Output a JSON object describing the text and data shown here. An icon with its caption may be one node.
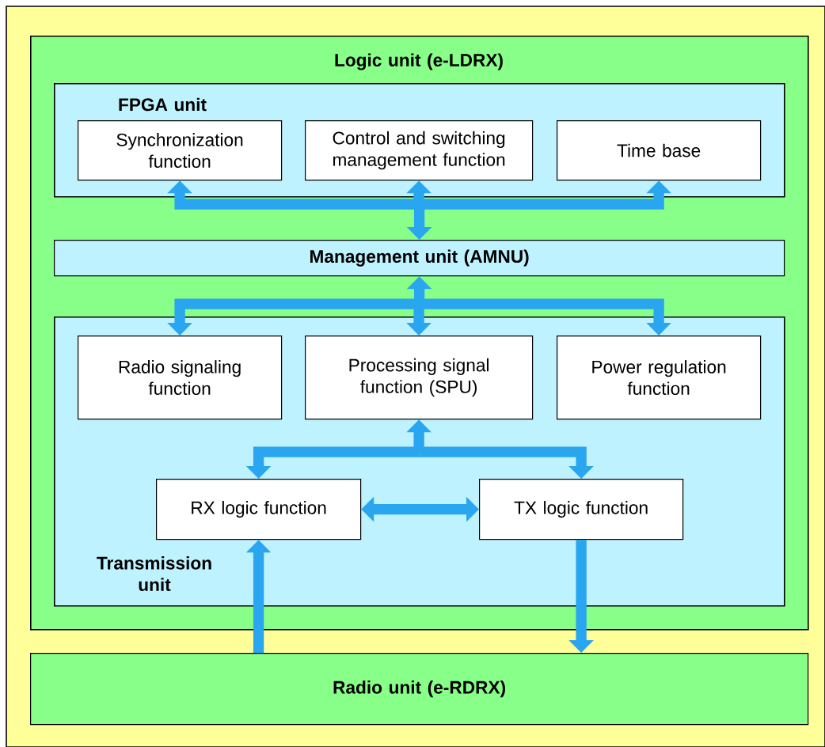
{
  "diagram": {
    "nodes": [
      {
        "text": [
          "Logic unit (e-LDRX)"
        ]
      },
      {
        "text": [
          "FPGA unit"
        ],
        "in": 0
      },
      {
        "text": [
          "Synchronization function"
        ],
        "in": 1
      },
      {
        "text": [
          "Control and switching management function"
        ],
        "in": 1
      },
      {
        "text": [
          "Time base"
        ],
        "in": 1
      },
      {
        "text": [
          "Management unit (AMNU)"
        ],
        "in": 0
      },
      {
        "text": [
          "Transmission unit"
        ],
        "in": 0
      },
      {
        "text": [
          "Radio signaling function"
        ],
        "in": 6
      },
      {
        "text": [
          "Processing signal function (SPU)"
        ],
        "in": 6
      },
      {
        "text": [
          "Power regulation function"
        ],
        "in": 6
      },
      {
        "text": [
          "RX logic function"
        ],
        "in": 6
      },
      {
        "text": [
          "TX logic function"
        ],
        "in": 6
      },
      {
        "text": [
          "Radio unit (e-RDRX)"
        ]
      }
    ],
    "edges": [
      {
        "from": 5,
        "to": 2,
        "arrow": "both"
      },
      {
        "from": 5,
        "to": 3,
        "arrow": "both"
      },
      {
        "from": 5,
        "to": 4,
        "arrow": "both"
      },
      {
        "from": 5,
        "to": 7,
        "arrow": "both"
      },
      {
        "from": 5,
        "to": 8,
        "arrow": "both"
      },
      {
        "from": 5,
        "to": 9,
        "arrow": "both"
      },
      {
        "from": 8,
        "to": 10,
        "arrow": "both"
      },
      {
        "from": 8,
        "to": 11,
        "arrow": "both"
      },
      {
        "from": 10,
        "to": 11,
        "arrow": "both"
      },
      {
        "from": 12,
        "to": 10,
        "arrow": "to"
      },
      {
        "from": 11,
        "to": 12,
        "arrow": "to"
      }
    ]
  }
}
